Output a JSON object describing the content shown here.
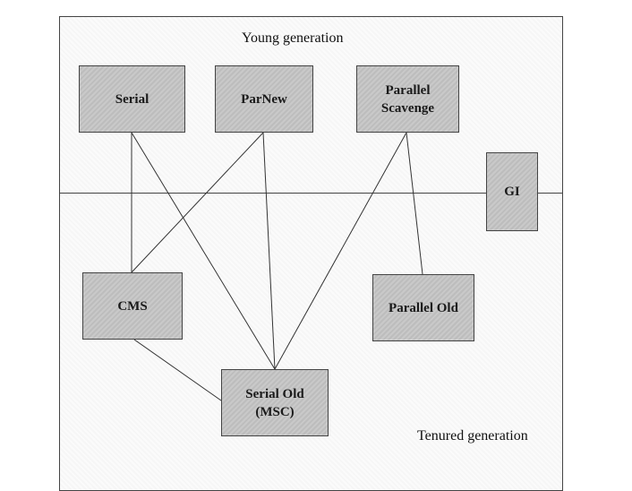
{
  "diagram": {
    "title_top": "Young generation",
    "title_bottom": "Tenured generation",
    "young": {
      "serial": "Serial",
      "parnew": "ParNew",
      "parallel_scavenge": "Parallel\nScavenge"
    },
    "g1": "GI",
    "old": {
      "cms": "CMS",
      "serial_old": "Serial Old\n(MSC)",
      "parallel_old": "Parallel Old"
    },
    "connections": [
      [
        "Serial",
        "CMS"
      ],
      [
        "Serial",
        "Serial Old (MSC)"
      ],
      [
        "ParNew",
        "CMS"
      ],
      [
        "ParNew",
        "Serial Old (MSC)"
      ],
      [
        "Parallel Scavenge",
        "Serial Old (MSC)"
      ],
      [
        "Parallel Scavenge",
        "Parallel Old"
      ],
      [
        "CMS",
        "Serial Old (MSC)"
      ]
    ]
  }
}
